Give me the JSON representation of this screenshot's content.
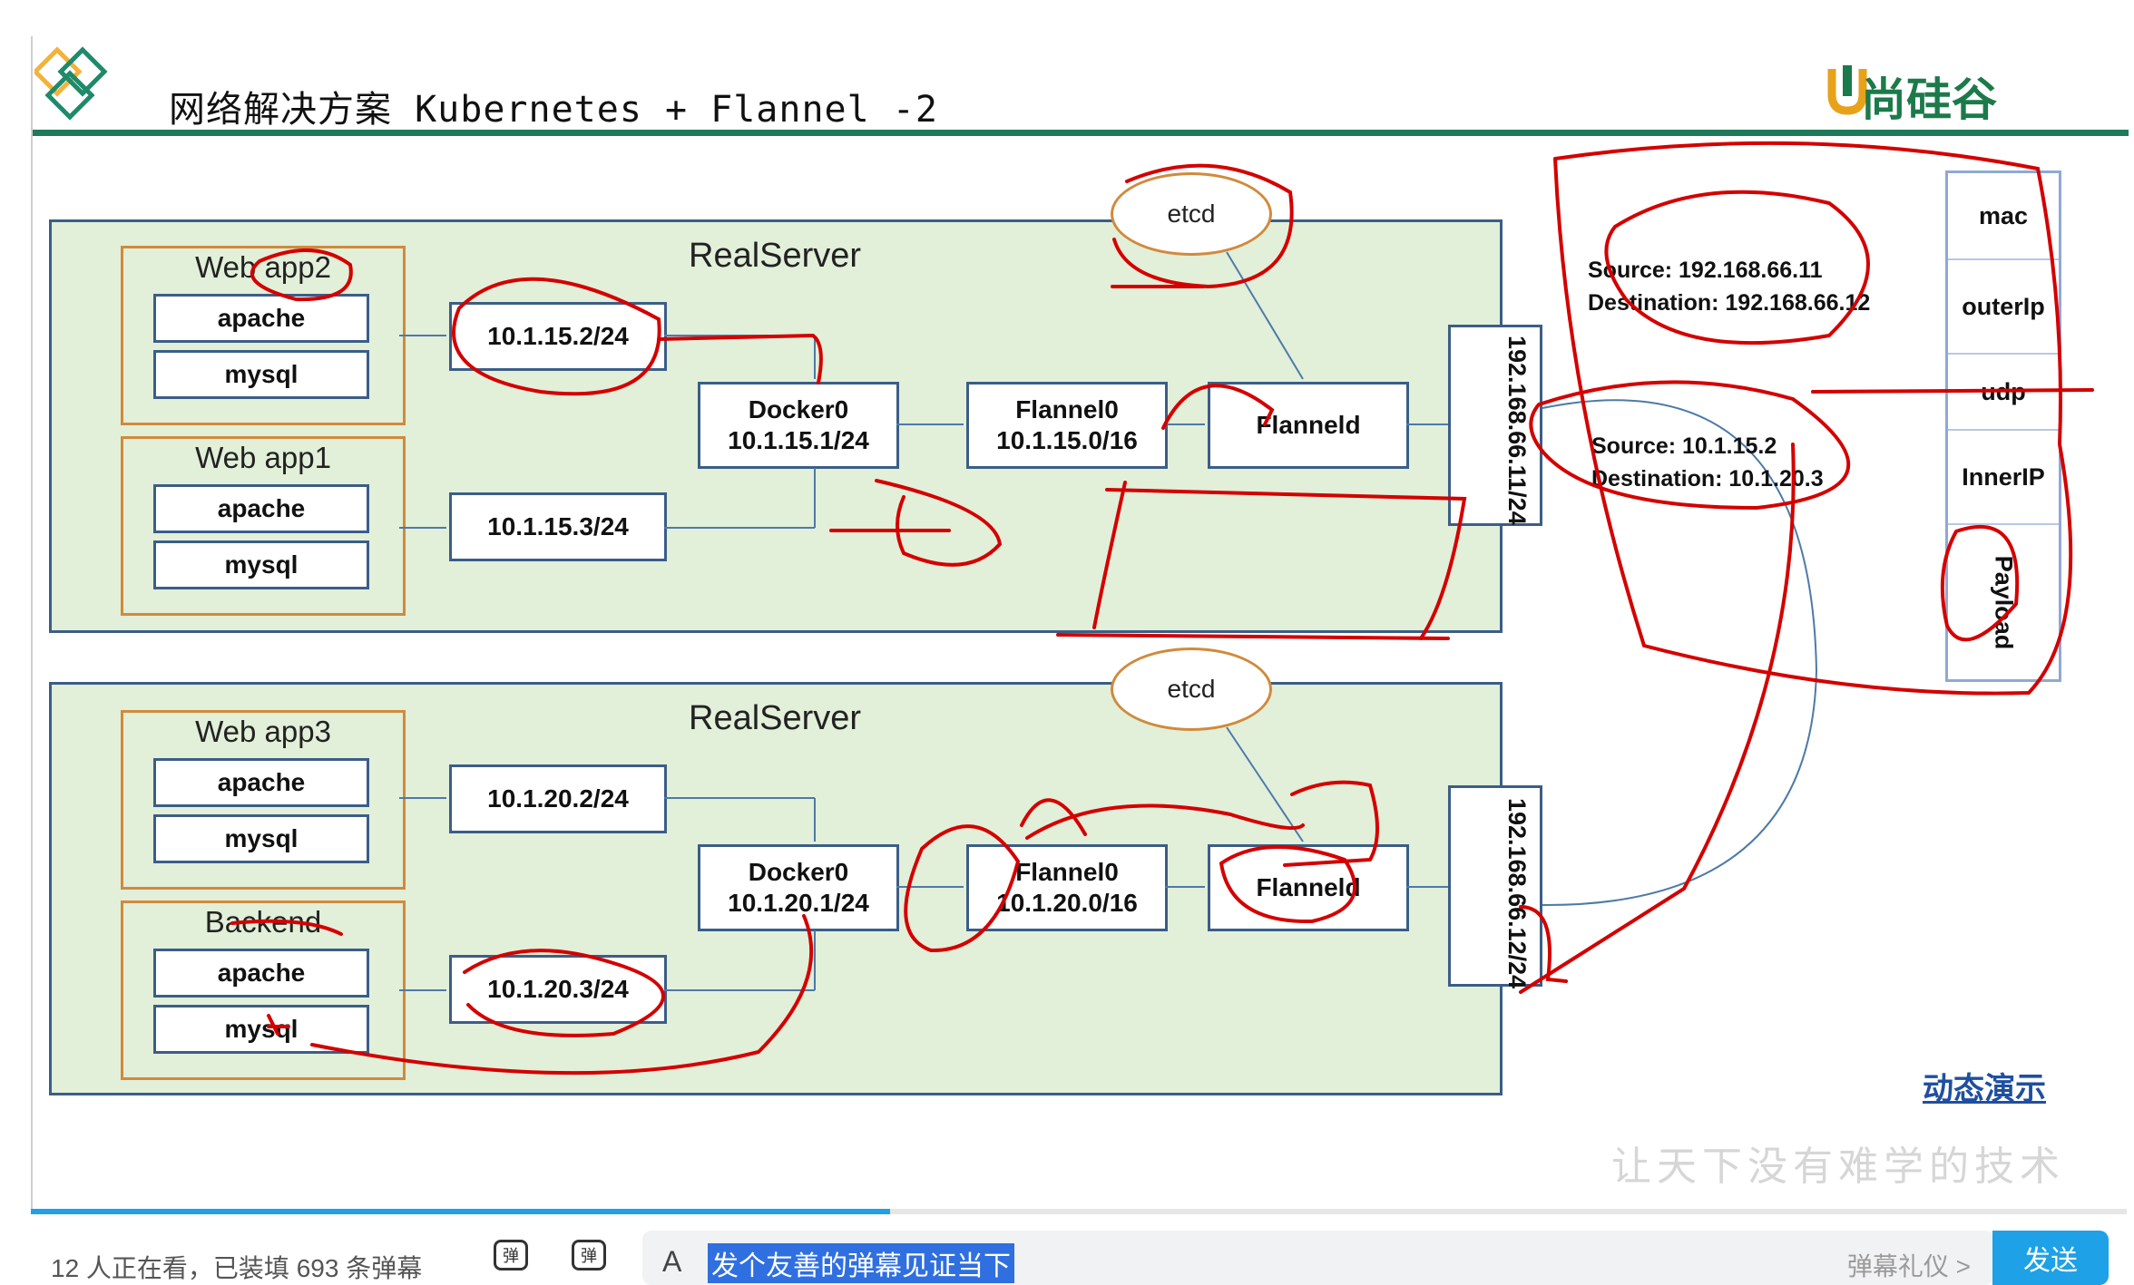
{
  "slide": {
    "title": "网络解决方案 Kubernetes + Flannel -2",
    "brand": "尚硅谷",
    "demo_link": "动态演示",
    "motto": "让天下没有难学的技术"
  },
  "server1": {
    "label": "RealServer",
    "etcd": "etcd",
    "app2": {
      "label": "Web app2",
      "items": [
        "apache",
        "mysql"
      ]
    },
    "app1": {
      "label": "Web app1",
      "items": [
        "apache",
        "mysql"
      ]
    },
    "ip_a": "10.1.15.2/24",
    "ip_b": "10.1.15.3/24",
    "docker0": {
      "name": "Docker0",
      "cidr": "10.1.15.1/24"
    },
    "flannel0": {
      "name": "Flannel0",
      "cidr": "10.1.15.0/16"
    },
    "flanneld": "Flanneld",
    "host_ip": "192.168.66.11/24"
  },
  "server2": {
    "label": "RealServer",
    "etcd": "etcd",
    "app3": {
      "label": "Web app3",
      "items": [
        "apache",
        "mysql"
      ]
    },
    "backend": {
      "label": "Backend",
      "items": [
        "apache",
        "mysql"
      ]
    },
    "ip_a": "10.1.20.2/24",
    "ip_b": "10.1.20.3/24",
    "docker0": {
      "name": "Docker0",
      "cidr": "10.1.20.1/24"
    },
    "flannel0": {
      "name": "Flannel0",
      "cidr": "10.1.20.0/16"
    },
    "flanneld": "Flanneld",
    "host_ip": "192.168.66.12/24"
  },
  "packet": {
    "outer_source": "Source:  192.168.66.11",
    "outer_destination": "Destination:  192.168.66.12",
    "inner_source": "Source:  10.1.15.2",
    "inner_destination": "Destination:  10.1.20.3"
  },
  "stack": [
    "mac",
    "outerIp",
    "udp",
    "InnerIP",
    "Payload"
  ],
  "player": {
    "viewers_text": "12 人正在看，已装填 693 条弹幕",
    "danmu_icon_1": "弹",
    "danmu_icon_2": "弹",
    "font_icon": "A",
    "input_placeholder": "发个友善的弹幕见证当下",
    "etiquette": "弹幕礼仪 >",
    "send": "发送",
    "progress": 0.41
  },
  "colors": {
    "server_fill": "#e2efd9",
    "server_border": "#3b5e87",
    "app_border": "#d08a3c",
    "title_rule": "#1e7a5a",
    "annotation": "#d40000",
    "accent": "#1ea1e6"
  }
}
